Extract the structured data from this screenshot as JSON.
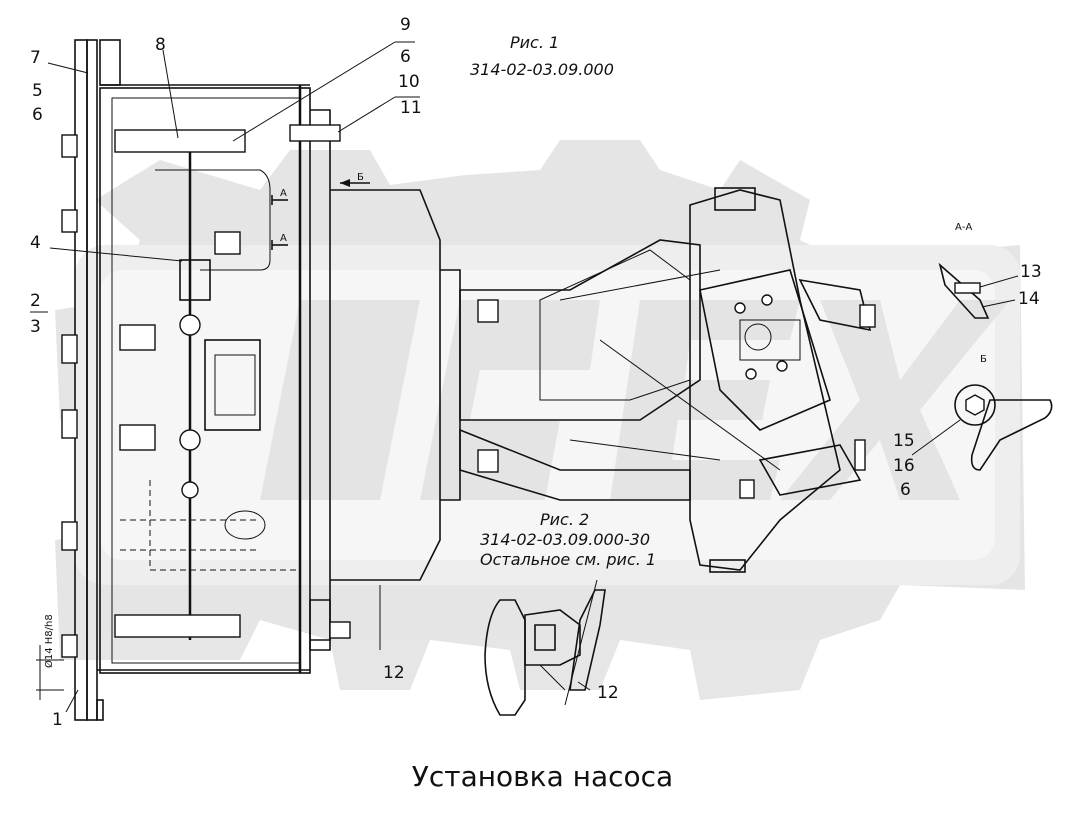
{
  "caption": "Установка насоса",
  "figures": {
    "fig1_title": "Рис. 1",
    "fig1_code": "314-02-03.09.000",
    "fig2_title": "Рис. 2",
    "fig2_code": "314-02-03.09.000-30",
    "fig2_note": "Остальное см. рис. 1"
  },
  "section_labels": {
    "aa": "А-А",
    "b": "Б",
    "arrow_b": "Б",
    "a_top": "А",
    "a_bottom": "А"
  },
  "callouts": [
    "7",
    "8",
    "9",
    "6",
    "10",
    "11",
    "5",
    "6",
    "4",
    "2",
    "3",
    "13",
    "14",
    "15",
    "16",
    "6",
    "12",
    "12",
    "1"
  ],
  "dimension_note": "Ø14 Н8/h8",
  "watermark_colors": {
    "gear": "#e2e2e2",
    "letters": "#ececec"
  },
  "icons": [
    "gear-watermark-icon"
  ]
}
